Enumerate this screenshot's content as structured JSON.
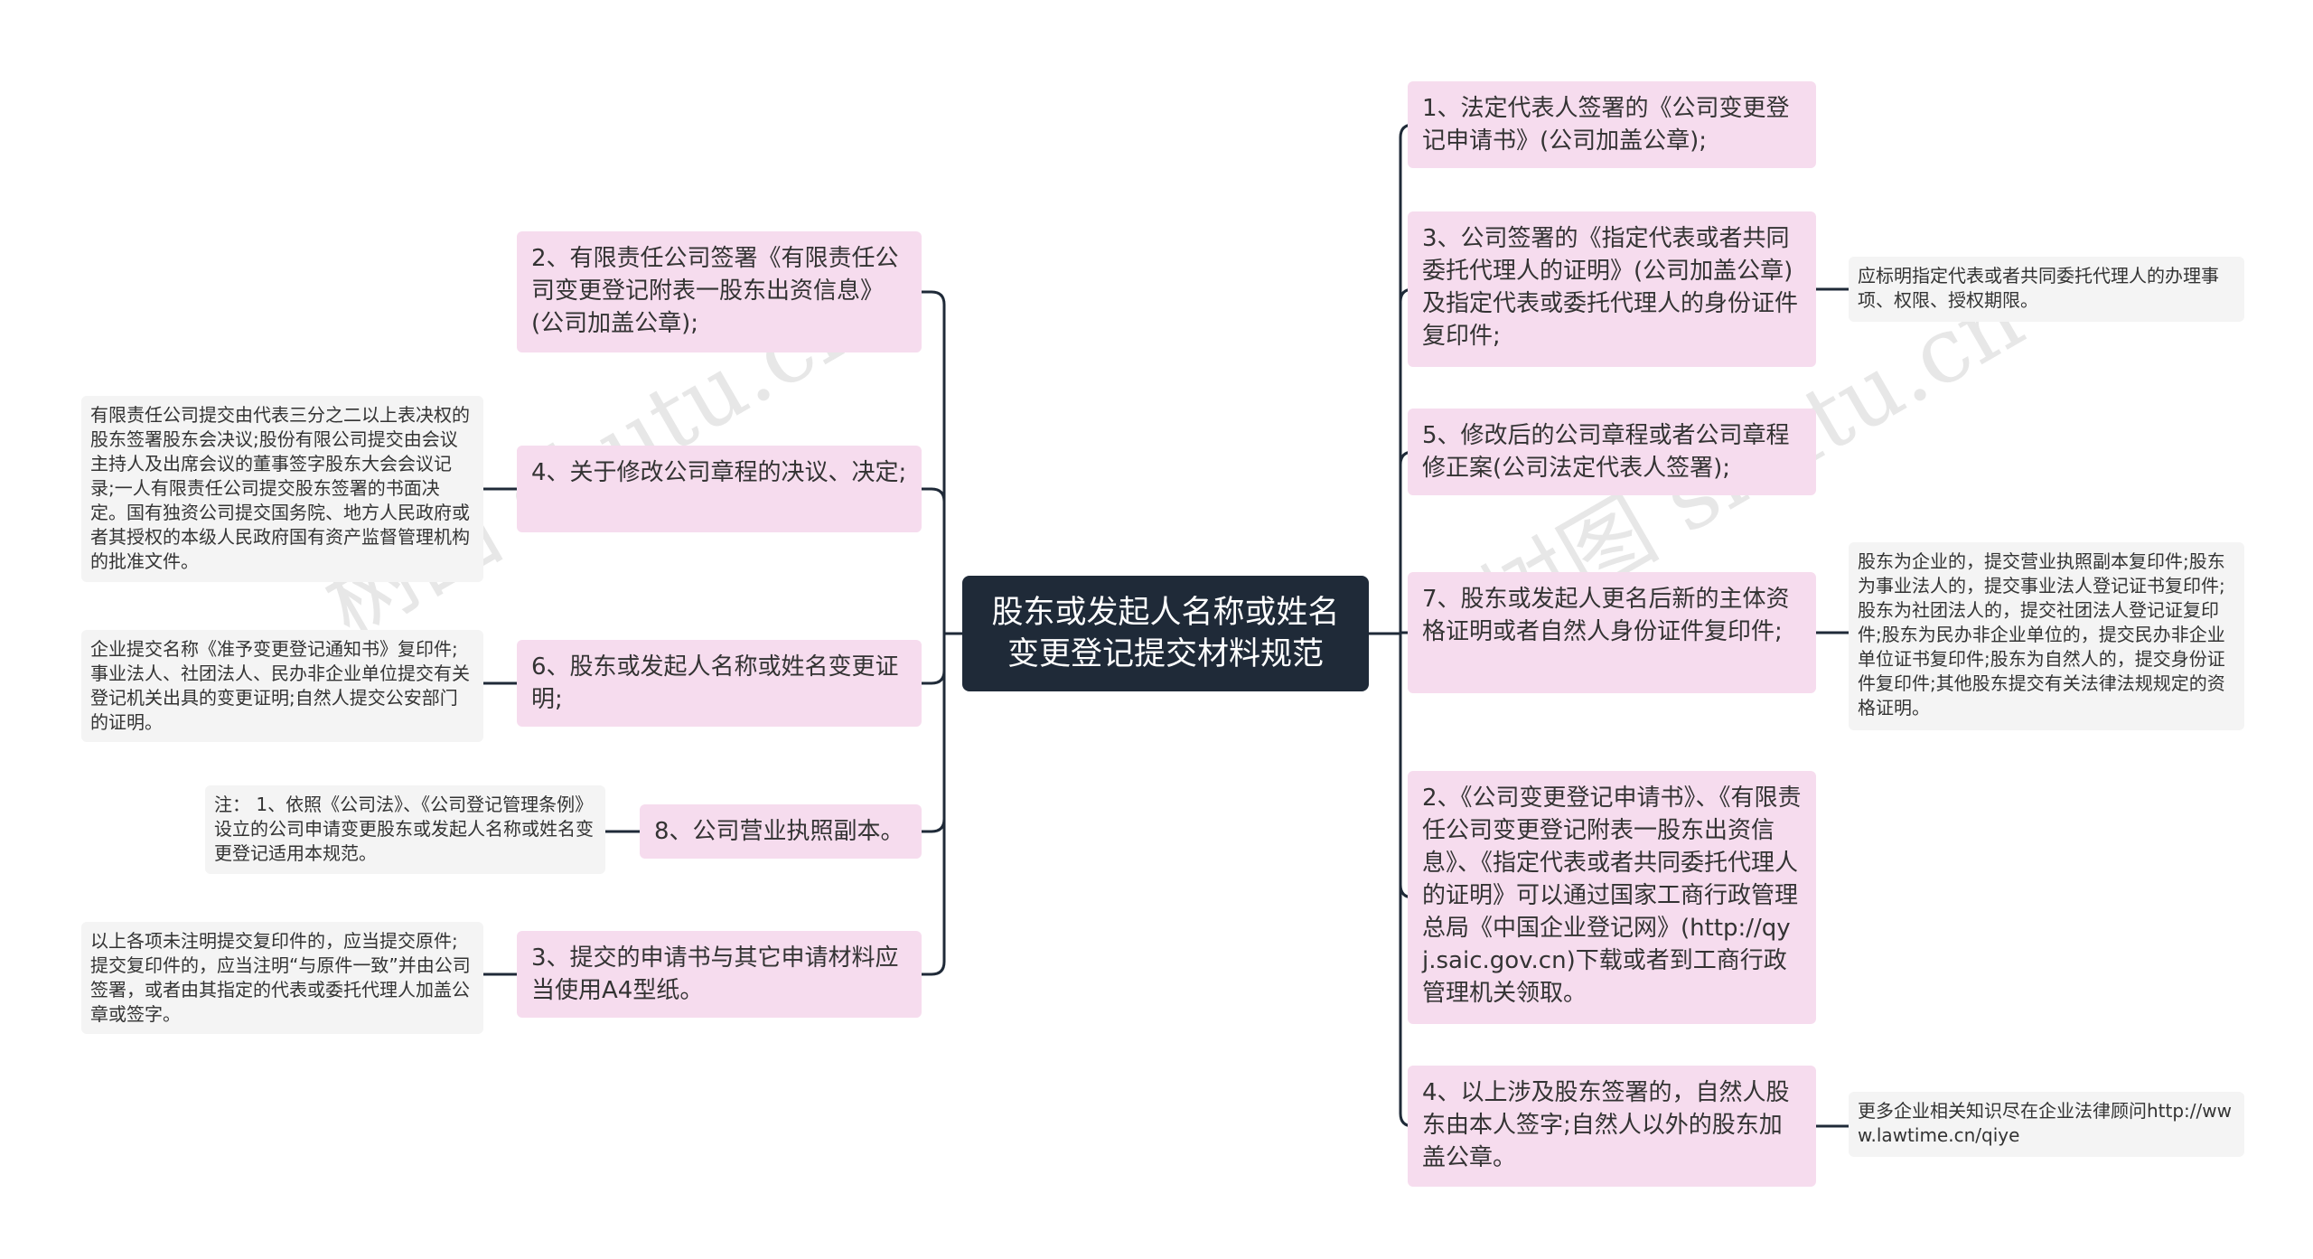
{
  "center": {
    "title": "股东或发起人名称或姓名变更登记提交材料规范"
  },
  "left_branches": [
    {
      "text": "2、有限责任公司签署《有限责任公司变更登记附表一股东出资信息》(公司加盖公章);",
      "note": ""
    },
    {
      "text": "4、关于修改公司章程的决议、决定;",
      "note": "有限责任公司提交由代表三分之二以上表决权的股东签署股东会决议;股份有限公司提交由会议主持人及出席会议的董事签字股东大会会议记录;一人有限责任公司提交股东签署的书面决定。国有独资公司提交国务院、地方人民政府或者其授权的本级人民政府国有资产监督管理机构的批准文件。"
    },
    {
      "text": "6、股东或发起人名称或姓名变更证明;",
      "note": "企业提交名称《准予变更登记通知书》复印件;事业法人、社团法人、民办非企业单位提交有关登记机关出具的变更证明;自然人提交公安部门的证明。"
    },
    {
      "text": "8、公司营业执照副本。",
      "note": "注： 1、依照《公司法》、《公司登记管理条例》设立的公司申请变更股东或发起人名称或姓名变更登记适用本规范。"
    },
    {
      "text": "3、提交的申请书与其它申请材料应当使用A4型纸。",
      "note": "以上各项未注明提交复印件的，应当提交原件;提交复印件的，应当注明“与原件一致”并由公司签署，或者由其指定的代表或委托代理人加盖公章或签字。"
    }
  ],
  "right_branches": [
    {
      "text": "1、法定代表人签署的《公司变更登记申请书》(公司加盖公章);",
      "note": ""
    },
    {
      "text": "3、公司签署的《指定代表或者共同委托代理人的证明》(公司加盖公章)及指定代表或委托代理人的身份证件复印件;",
      "note": "应标明指定代表或者共同委托代理人的办理事项、权限、授权期限。"
    },
    {
      "text": "5、修改后的公司章程或者公司章程修正案(公司法定代表人签署);",
      "note": ""
    },
    {
      "text": "7、股东或发起人更名后新的主体资格证明或者自然人身份证件复印件;",
      "note": "股东为企业的，提交营业执照副本复印件;股东为事业法人的，提交事业法人登记证书复印件;股东为社团法人的，提交社团法人登记证复印件;股东为民办非企业单位的，提交民办非企业单位证书复印件;股东为自然人的，提交身份证件复印件;其他股东提交有关法律法规规定的资格证明。"
    },
    {
      "text": "2、《公司变更登记申请书》、《有限责任公司变更登记附表一股东出资信息》、《指定代表或者共同委托代理人的证明》可以通过国家工商行政管理总局《中国企业登记网》(http://qyj.saic.gov.cn)下载或者到工商行政管理机关领取。",
      "note": ""
    },
    {
      "text": "4、以上涉及股东签署的，自然人股东由本人签字;自然人以外的股东加盖公章。",
      "note": "更多企业相关知识尽在企业法律顾问http://www.lawtime.cn/qiye"
    }
  ],
  "watermark": {
    "text": "树图 shutu.cn"
  },
  "colors": {
    "center_bg": "#1f2a38",
    "branch_bg": "#f6dcee",
    "note_bg": "#f4f4f4",
    "line": "#1f2a38"
  }
}
